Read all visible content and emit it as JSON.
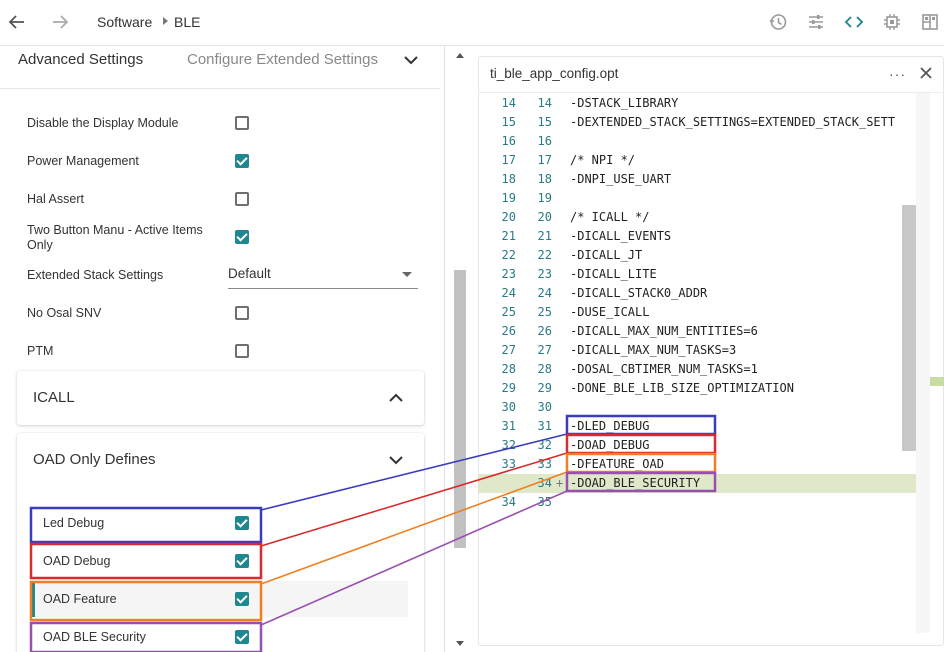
{
  "breadcrumb": {
    "part1": "Software",
    "part2": "BLE"
  },
  "advanced": {
    "title": "Advanced Settings",
    "subtitle": "Configure Extended Settings"
  },
  "settings": [
    {
      "label": "Disable the Display Module",
      "checked": false
    },
    {
      "label": "Power Management",
      "checked": true
    },
    {
      "label": "Hal Assert",
      "checked": false
    },
    {
      "label": "Two Button Manu - Active Items Only",
      "checked": true
    },
    {
      "label": "Extended Stack Settings",
      "value": "Default"
    },
    {
      "label": "No Osal SNV",
      "checked": false
    },
    {
      "label": "PTM",
      "checked": false
    }
  ],
  "icall_card": {
    "title": "ICALL"
  },
  "oad_card": {
    "title": "OAD Only Defines"
  },
  "oad_items": [
    {
      "label": "Led Debug",
      "checked": true
    },
    {
      "label": "OAD Debug",
      "checked": true
    },
    {
      "label": "OAD Feature",
      "checked": true
    },
    {
      "label": "OAD BLE Security",
      "checked": true
    }
  ],
  "editor": {
    "filename": "ti_ble_app_config.opt",
    "more": "···",
    "lines": [
      {
        "l": "14",
        "r": "14",
        "m": "",
        "t": "-DSTACK_LIBRARY"
      },
      {
        "l": "15",
        "r": "15",
        "m": "",
        "t": "-DEXTENDED_STACK_SETTINGS=EXTENDED_STACK_SETT"
      },
      {
        "l": "16",
        "r": "16",
        "m": "",
        "t": ""
      },
      {
        "l": "17",
        "r": "17",
        "m": "",
        "t": "/* NPI */"
      },
      {
        "l": "18",
        "r": "18",
        "m": "",
        "t": "-DNPI_USE_UART"
      },
      {
        "l": "19",
        "r": "19",
        "m": "",
        "t": ""
      },
      {
        "l": "20",
        "r": "20",
        "m": "",
        "t": "/* ICALL */"
      },
      {
        "l": "21",
        "r": "21",
        "m": "",
        "t": "-DICALL_EVENTS"
      },
      {
        "l": "22",
        "r": "22",
        "m": "",
        "t": "-DICALL_JT"
      },
      {
        "l": "23",
        "r": "23",
        "m": "",
        "t": "-DICALL_LITE"
      },
      {
        "l": "24",
        "r": "24",
        "m": "",
        "t": "-DICALL_STACK0_ADDR"
      },
      {
        "l": "25",
        "r": "25",
        "m": "",
        "t": "-DUSE_ICALL"
      },
      {
        "l": "26",
        "r": "26",
        "m": "",
        "t": "-DICALL_MAX_NUM_ENTITIES=6"
      },
      {
        "l": "27",
        "r": "27",
        "m": "",
        "t": "-DICALL_MAX_NUM_TASKS=3"
      },
      {
        "l": "28",
        "r": "28",
        "m": "",
        "t": "-DOSAL_CBTIMER_NUM_TASKS=1"
      },
      {
        "l": "29",
        "r": "29",
        "m": "",
        "t": "-DONE_BLE_LIB_SIZE_OPTIMIZATION"
      },
      {
        "l": "30",
        "r": "30",
        "m": "",
        "t": ""
      },
      {
        "l": "31",
        "r": "31",
        "m": "",
        "t": "-DLED_DEBUG"
      },
      {
        "l": "32",
        "r": "32",
        "m": "",
        "t": "-DOAD_DEBUG"
      },
      {
        "l": "33",
        "r": "33",
        "m": "",
        "t": "-DFEATURE_OAD"
      },
      {
        "l": "",
        "r": "34",
        "m": "+",
        "t": "-DOAD_BLE_SECURITY",
        "added": true
      },
      {
        "l": "34",
        "r": "35",
        "m": "",
        "t": ""
      }
    ]
  },
  "annotation_colors": [
    "#3a3cc0",
    "#d92b2b",
    "#f07f22",
    "#9a4fb0"
  ],
  "accent": "#1e8790"
}
